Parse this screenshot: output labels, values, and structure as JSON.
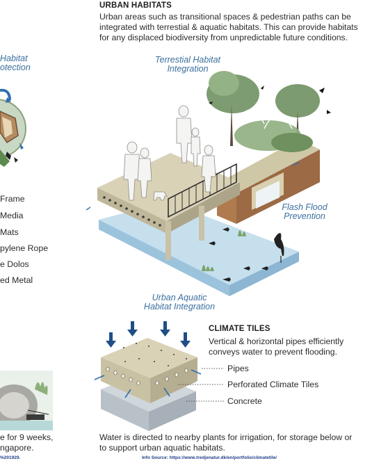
{
  "urban": {
    "heading": "URBAN HABITATS",
    "text": [
      "Urban areas such as transitional spaces & pedestrian paths can be",
      "integrated with terrestial & aquatic habitats. This can provide habitats",
      "for any displaced biodiversity from unpredictable future conditions."
    ]
  },
  "labels": {
    "terrestial": [
      "Terrestial Habitat",
      "Integration"
    ],
    "flash": [
      "Flash Flood",
      "Prevention"
    ],
    "aquatic": [
      "Urban Aquatic",
      "Habitat Integration"
    ]
  },
  "left_panel": {
    "habitat": [
      "Habitat",
      "otection"
    ],
    "list": [
      "Frame",
      "Media",
      "Mats",
      "pylene Rope",
      "e Dolos",
      "ed Metal"
    ],
    "bottom": [
      "e for 9 weeks,",
      "ngapore."
    ],
    "source": "%201929."
  },
  "climate": {
    "heading": "CLIMATE TILES",
    "text": [
      "Vertical & horizontal pipes efficiently",
      "conveys water to prevent flooding."
    ],
    "legend": [
      "Pipes",
      "Perforated Climate Tiles",
      "Concrete"
    ]
  },
  "footer": {
    "text": [
      "Water is directed to nearby plants for irrigation, for storage below or",
      "to support urban aquatic habitats."
    ],
    "source": "Info Source: https://www.tredjenatur.dk/en/portfolio/climatetile/"
  },
  "colors": {
    "accent_blue": "#3b6f9e",
    "arrow_navy": "#1f4e85",
    "tile_beige": "#d9d2b6"
  }
}
